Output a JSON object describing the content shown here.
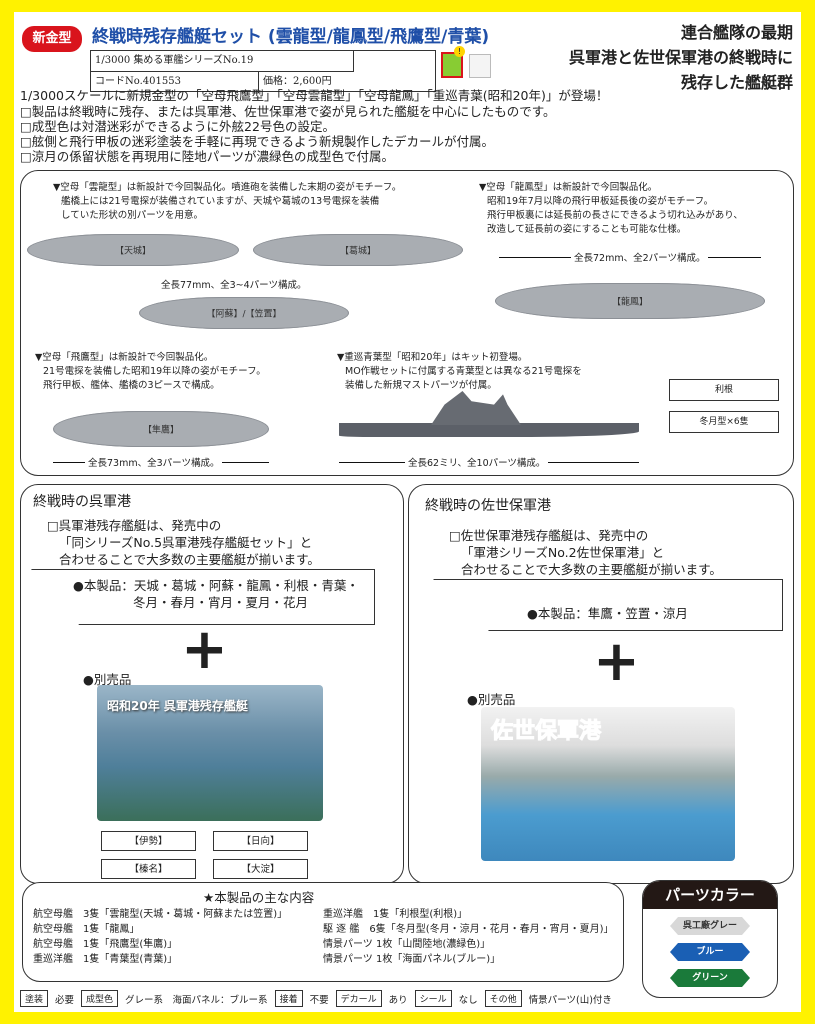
{
  "header": {
    "badge": "新金型",
    "title": "終戦時残存艦艇セット (雲龍型/龍鳳型/飛鷹型/青葉)",
    "series": "1/3000 集める軍艦シリーズNo.19",
    "code": "コードNo.401553",
    "price": "価格：2,600円",
    "headline": [
      "連合艦隊の最期",
      "呉軍港と佐世保軍港の終戦時に",
      "残存した艦艇群"
    ]
  },
  "intro": [
    "1/3000スケールに新規金型の「空母飛鷹型」「空母雲龍型」「空母龍鳳」「重巡青葉(昭和20年)」が登場！",
    "□製品は終戦時に残存、または呉軍港、佐世保軍港で姿が見られた艦艇を中心にしたものです。",
    "□成型色は対潜迷彩ができるように外舷22号色の設定。",
    "□舷側と飛行甲板の迷彩塗装を手軽に再現できるよう新規製作したデカールが付属。",
    "□涼月の係留状態を再現用に陸地パーツが濃緑色の成型色で付属。"
  ],
  "ships": {
    "unryu_desc": [
      "▼空母「雲龍型」は新設計で今回製品化。噴進砲を装備した末期の姿がモチーフ。",
      "艦橋上には21号電探が装備されていますが、天城や葛城の13号電探を装備",
      "していた形状の別パーツを用意。"
    ],
    "amagi": "【天城】",
    "katsuragi": "【葛城】",
    "aso": "【阿蘇】/【笠置】",
    "unryu_len": "全長77mm、全3~4パーツ構成。",
    "ryuho_desc": [
      "▼空母「龍鳳型」は新設計で今回製品化。",
      "昭和19年7月以降の飛行甲板延長後の姿がモチーフ。",
      "飛行甲板裏には延長前の長さにできるよう切れ込みがあり、",
      "改造して延長前の姿にすることも可能な仕様。"
    ],
    "ryuho_len": "全長72mm、全2パーツ構成。",
    "ryuho": "【龍鳳】",
    "hiyo_desc": [
      "▼空母「飛鷹型」は新設計で今回製品化。",
      "21号電探を装備した昭和19年以降の姿がモチーフ。",
      "飛行甲板、艦体、艦橋の3ピースで構成。"
    ],
    "junyo": "【隼鷹】",
    "hiyo_len": "全長73mm、全3パーツ構成。",
    "aoba_desc": [
      "▼重巡青葉型「昭和20年」はキット初登場。",
      "MO作戦セットに付属する青葉型とは異なる21号電探を",
      "装備した新規マストパーツが付属。"
    ],
    "aoba_len": "全長62ミリ、全10パーツ構成。",
    "tone": "利根",
    "fuyutsuki": "冬月型×6隻"
  },
  "kure": {
    "title": "終戦時の呉軍港",
    "text": [
      "□呉軍港残存艦艇は、発売中の",
      "「同シリーズNo.5呉軍港残存艦艇セット」と",
      "合わせることで大多数の主要艦艇が揃います。"
    ],
    "product": [
      "●本製品：天城・葛城・阿蘇・龍鳳・利根・青葉・",
      "冬月・春月・宵月・夏月・花月"
    ],
    "sold": "●別売品",
    "boxart": "昭和20年 呉軍港残存艦艇",
    "tabs": [
      "【伊勢】",
      "【日向】",
      "【榛名】",
      "【大淀】"
    ]
  },
  "sasebo": {
    "title": "終戦時の佐世保軍港",
    "text": [
      "□佐世保軍港残存艦艇は、発売中の",
      "「軍港シリーズNo.2佐世保軍港」と",
      "合わせることで大多数の主要艦艇が揃います。"
    ],
    "product": "●本製品：隼鷹・笠置・涼月",
    "sold": "●別売品",
    "boxart": "佐世保軍港"
  },
  "plus": "+",
  "contents": {
    "title": "★本製品の主な内容",
    "left": [
      "航空母艦　3隻「雲龍型(天城・葛城・阿蘇または笠置)」",
      "航空母艦　1隻「龍鳳」",
      "航空母艦　1隻「飛鷹型(隼鷹)」",
      "重巡洋艦　1隻「青葉型(青葉)」"
    ],
    "right": [
      "重巡洋艦　1隻「利根型(利根)」",
      "駆 逐 艦　6隻「冬月型(冬月・涼月・花月・春月・宵月・夏月)」",
      "情景パーツ 1枚「山間陸地(濃緑色)」",
      "情景パーツ 1枚「海面パネル(ブルー)」"
    ]
  },
  "parts_color": {
    "title": "パーツカラー",
    "items": [
      {
        "label": "呉工廠グレー",
        "color": "#d8d8d8"
      },
      {
        "label": "ブルー",
        "color": "#1a5fb4"
      },
      {
        "label": "グリーン",
        "color": "#1a7a3a"
      }
    ]
  },
  "legend": [
    {
      "k": "塗装",
      "v": "必要"
    },
    {
      "k": "成型色",
      "v": "グレー系　海面パネル：ブルー系"
    },
    {
      "k": "接着",
      "v": "不要"
    },
    {
      "k": "デカール",
      "v": "あり"
    },
    {
      "k": "シール",
      "v": "なし"
    },
    {
      "k": "その他",
      "v": "情景パーツ(山)付き"
    }
  ]
}
